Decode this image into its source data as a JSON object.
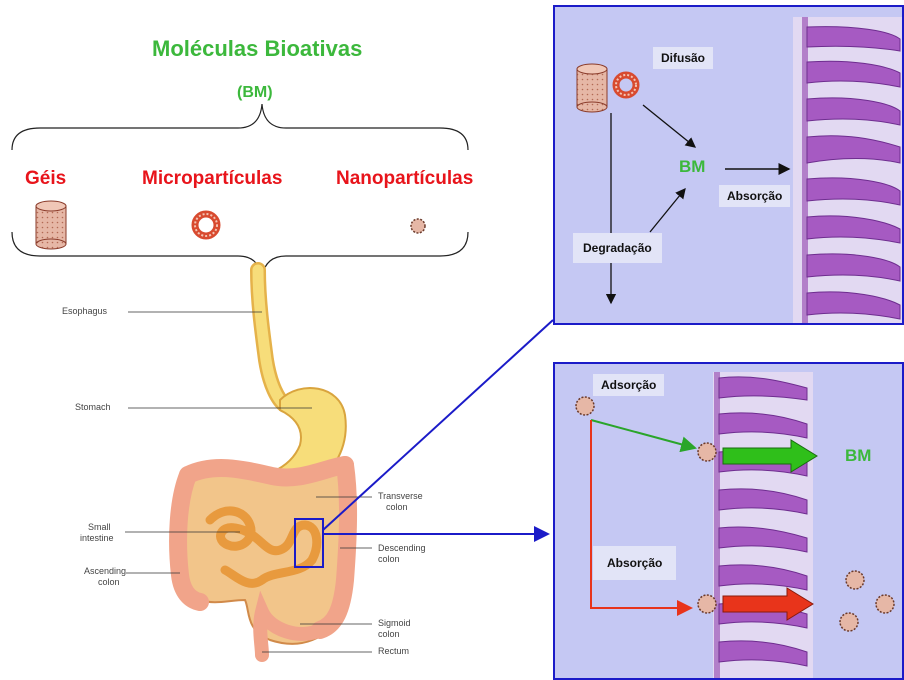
{
  "header": {
    "title": "Moléculas Bioativas",
    "abbrev": "(BM)"
  },
  "categories": [
    "Géis",
    "Micropartículas",
    "Nanopartículas"
  ],
  "anatomy": {
    "esophagus": "Esophagus",
    "stomach": "Stomach",
    "small_intestine_1": "Small",
    "small_intestine_2": "intestine",
    "ascending_1": "Ascending",
    "ascending_2": "colon",
    "transverse_1": "Transverse",
    "transverse_2": "colon",
    "descending_1": "Descending",
    "descending_2": "colon",
    "sigmoid_1": "Sigmoid",
    "sigmoid_2": "colon",
    "rectum": "Rectum"
  },
  "top_panel": {
    "difusao": "Difusão",
    "bm": "BM",
    "absorcao": "Absorção",
    "degradacao": "Degradação"
  },
  "bottom_panel": {
    "adsorcao": "Adsorção",
    "absorcao": "Absorção",
    "bm": "BM"
  },
  "colors": {
    "title_green": "#3cb83c",
    "category_red": "#e8141b",
    "panel_border": "#1b1bc8",
    "panel_bg": "#c5c8f3",
    "tissue": "#9a4fb5"
  }
}
